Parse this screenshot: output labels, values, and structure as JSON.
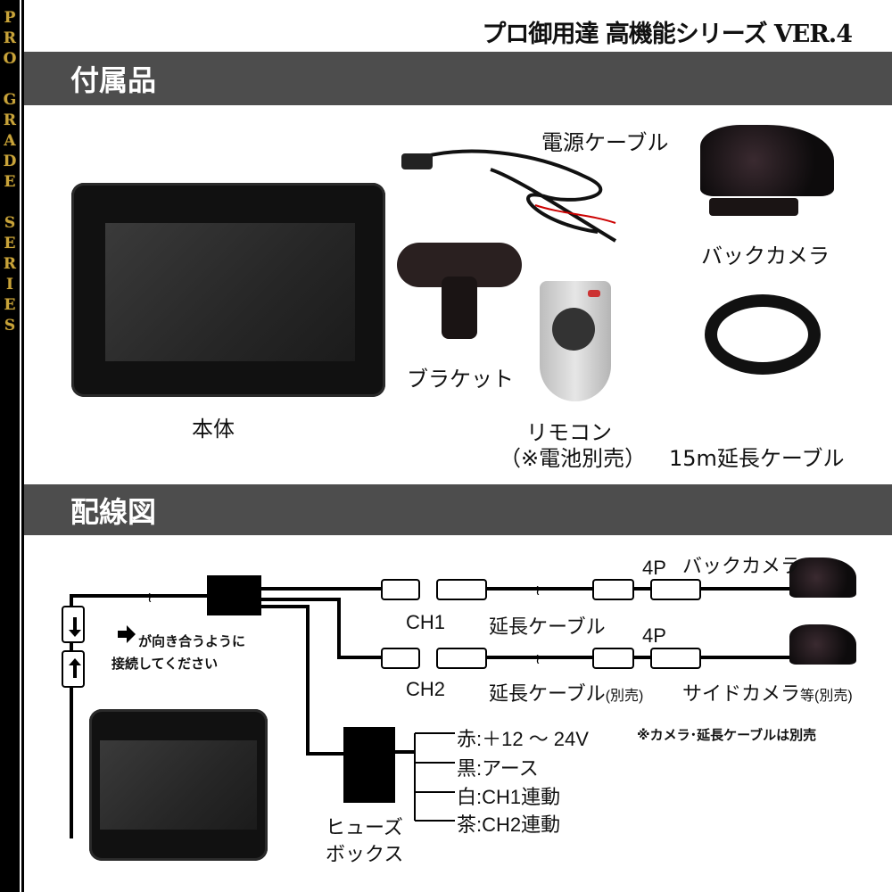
{
  "side_band": {
    "text": "PRO GRADE SERIES",
    "color": "#c9a43a"
  },
  "header": {
    "series": "プロ御用達 高機能シリーズ VER.4"
  },
  "sections": {
    "accessories": "付属品",
    "wiring": "配線図"
  },
  "accessories": {
    "power_cable": "電源ケーブル",
    "back_camera": "バックカメラ",
    "bracket": "ブラケット",
    "main_unit": "本体",
    "remote": "リモコン",
    "remote_note": "（※電池別売）",
    "ext_cable": "15m延長ケーブル"
  },
  "wiring": {
    "ch1": "CH1",
    "ch2": "CH2",
    "ext_cable": "延長ケーブル",
    "ext_cable2": "延長ケーブル",
    "sold_sep": "(別売)",
    "pin1": "4P",
    "pin2": "4P",
    "back_camera": "バックカメラ",
    "side_camera": "サイドカメラ",
    "side_suffix": "等(別売)",
    "arrow_note_1": "が向き合うように",
    "arrow_note_2": "接続してください",
    "fuse_1": "ヒューズ",
    "fuse_2": "ボックス",
    "wires": [
      "赤:＋12 ～ 24V",
      "黒:アース",
      "白:CH1連動",
      "茶:CH2連動"
    ],
    "note": "※カメラ･延長ケーブルは別売"
  },
  "colors": {
    "bar": "#4d4d4d",
    "gold": "#c9a43a"
  }
}
